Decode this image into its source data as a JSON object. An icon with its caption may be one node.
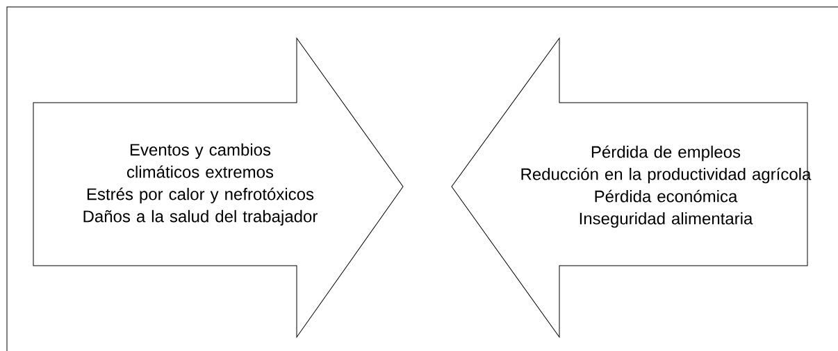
{
  "diagram": {
    "nodes": [
      {
        "text": [
          "Eventos y cambios climáticos extremos",
          "Estrés por calor y nefrotóxicos",
          "Daños a la salud del trabajador"
        ]
      },
      {
        "text": [
          "Pérdida de empleos",
          "Reducción en la productividad agrícola",
          "Pérdida económica",
          "Inseguridad alimentaria"
        ]
      }
    ]
  }
}
